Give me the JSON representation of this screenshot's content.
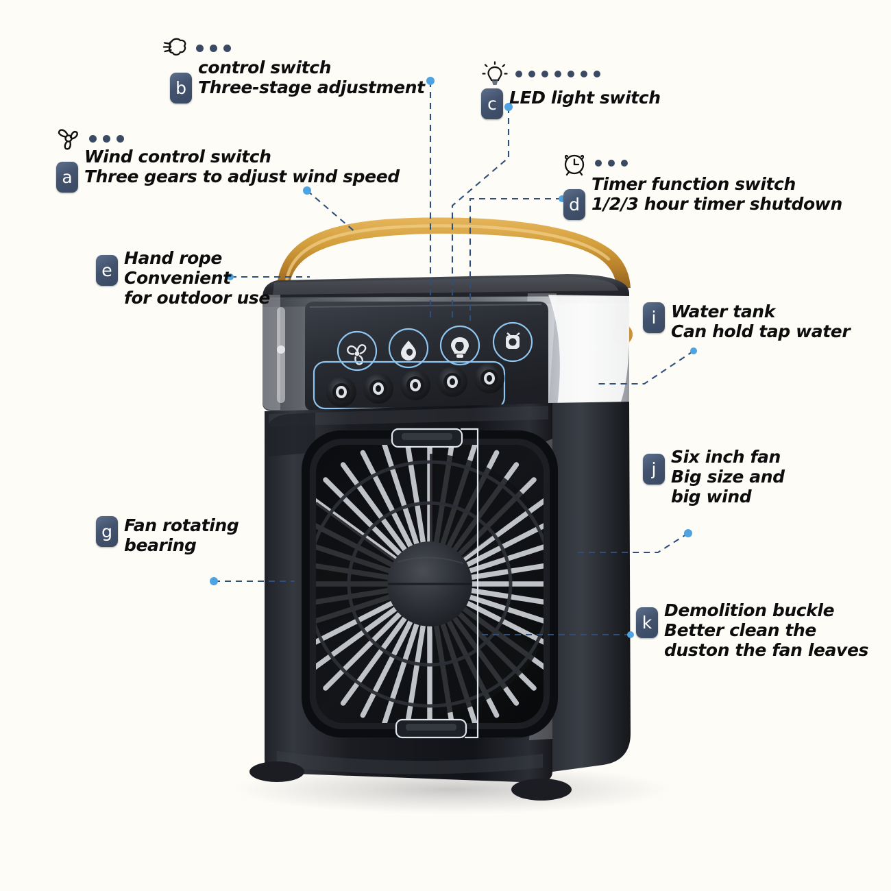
{
  "meta": {
    "title": "Portable air cooler fan — annotated feature diagram",
    "background_color": "#fdfcf7",
    "badge_color": "#3b4a63",
    "leader_line_color": "#2f4f7a",
    "leader_dot_color": "#4ea3e0",
    "handle_color": "#c8912f",
    "body_color": "#17181c"
  },
  "callouts": {
    "a": {
      "key": "a",
      "icon": "fan-propeller-icon",
      "dot_count": 3,
      "line1": "Wind control switch",
      "line2": "Three gears to adjust wind speed"
    },
    "b": {
      "key": "b",
      "icon": "air-puff-icon",
      "dot_count": 3,
      "line1": "control switch",
      "line2": "Three-stage adjustment"
    },
    "c": {
      "key": "c",
      "icon": "lightbulb-icon",
      "dot_count": 7,
      "line1": "LED light switch",
      "line2": ""
    },
    "d": {
      "key": "d",
      "icon": "alarm-clock-icon",
      "dot_count": 3,
      "line1": "Timer function switch",
      "line2": "1/2/3 hour timer shutdown"
    },
    "e": {
      "key": "e",
      "line1": "Hand rope",
      "line2": "Convenient",
      "line3": "for outdoor use"
    },
    "g": {
      "key": "g",
      "line1": "Fan rotating",
      "line2": "bearing"
    },
    "i": {
      "key": "i",
      "line1": "Water tank",
      "line2": "Can hold tap water"
    },
    "j": {
      "key": "j",
      "line1": "Six inch fan",
      "line2": "Big size and",
      "line3": "big wind"
    },
    "k": {
      "key": "k",
      "line1": "Demolition buckle",
      "line2": "Better clean the",
      "line3": "duston the fan leaves"
    }
  },
  "product": {
    "control_buttons": [
      {
        "name": "fan-speed-button",
        "icon": "fan-icon"
      },
      {
        "name": "mist-button",
        "icon": "water-drop-icon"
      },
      {
        "name": "led-light-button",
        "icon": "bulb-icon"
      },
      {
        "name": "timer-button",
        "icon": "clock-icon"
      }
    ],
    "mist_nozzle_count": 5,
    "foot_count": 2
  }
}
